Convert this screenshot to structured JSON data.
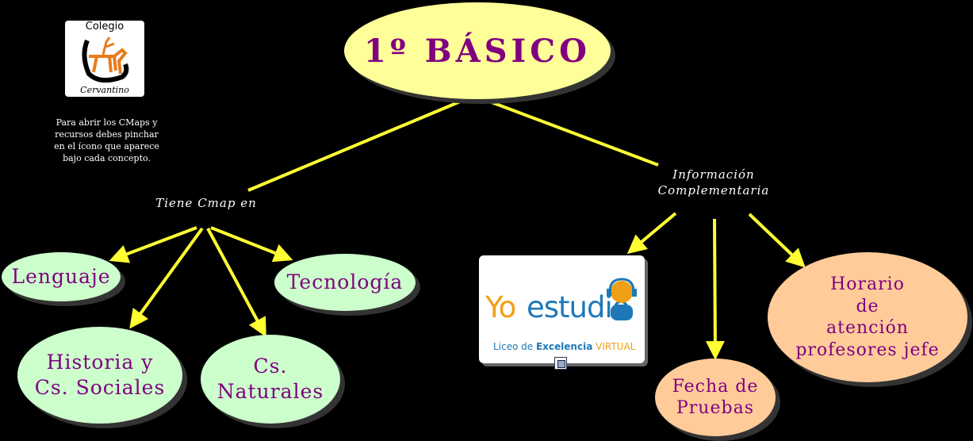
{
  "title": "1º BÁSICO",
  "logo": {
    "top_text": "Colegio",
    "bottom_text": "Cervantino"
  },
  "instructions": "Para abrir los CMaps y recursos debes pinchar en el ícono que aparece bajo cada concepto.",
  "linking_phrases": {
    "left": "Tiene Cmap en",
    "right": [
      "Información",
      "Complementaria"
    ]
  },
  "subjects": {
    "lenguaje": "Lenguaje",
    "historia": [
      "Historia y",
      "Cs. Sociales"
    ],
    "naturales": [
      "Cs.",
      "Naturales"
    ],
    "tecnologia": "Tecnología"
  },
  "resources": {
    "yo_estudio": {
      "yo": "Yo",
      "estudio": "estudio",
      "subtitle_a": "Liceo de ",
      "subtitle_b": "Excelencia",
      "subtitle_c": " VIRTUAL"
    },
    "fecha": [
      "Fecha de",
      "Pruebas"
    ],
    "horario": [
      "Horario",
      "de",
      "atención",
      "profesores jefe"
    ]
  },
  "colors": {
    "background": "#000000",
    "title_fill": "#ffff99",
    "subject_fill": "#ccffcc",
    "resource_fill": "#ffcc99",
    "text": "#800080",
    "connector": "#ffff33"
  },
  "icons": {
    "cmap": "cmap-icon",
    "headset": "headset-icon",
    "logo": "horse-rider-logo"
  }
}
